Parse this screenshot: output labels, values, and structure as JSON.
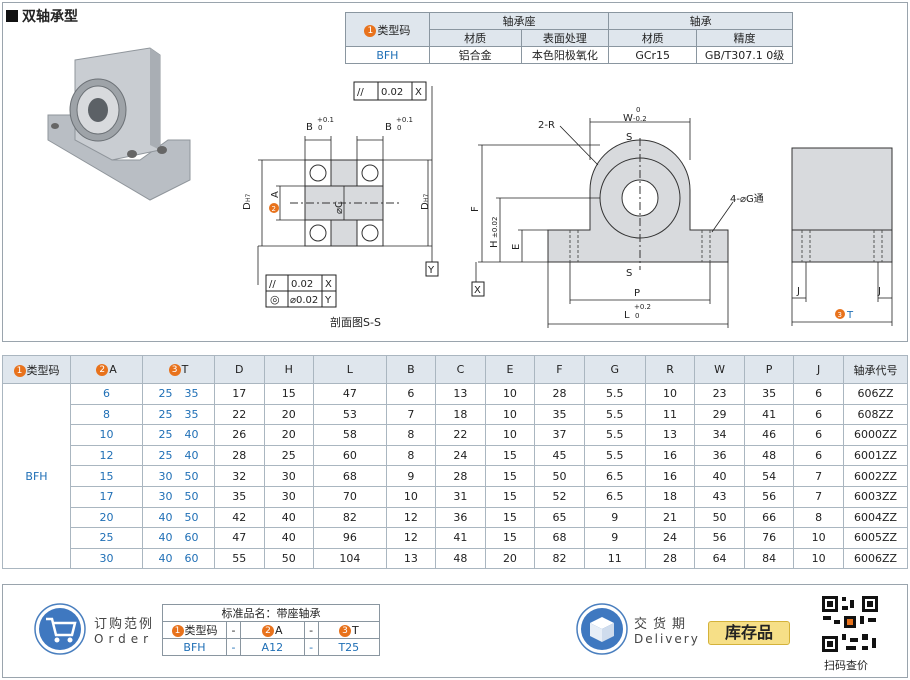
{
  "title": "双轴承型",
  "spec_table": {
    "h_type": "类型码",
    "h_seat": "轴承座",
    "h_bearing": "轴承",
    "h_material": "材质",
    "h_surface": "表面处理",
    "h_material2": "材质",
    "h_accuracy": "精度",
    "num1": "1",
    "row": {
      "type": "BFH",
      "seat_material": "铝合金",
      "surface": "本色阳极氧化",
      "bearing_material": "GCr15",
      "accuracy": "GB/T307.1 0级"
    }
  },
  "drawing": {
    "section_label": "剖面图S-S",
    "b_tol_1": "B",
    "b_tol_2": "B",
    "tol_upper": "+0.1",
    "tol_lower": "0",
    "tol_frame_top_sym": "//",
    "tol_frame_top_val": "0.02",
    "tol_frame_top_ref": "X",
    "tol_frame_bot1_sym": "//",
    "tol_frame_bot1_val": "0.02",
    "tol_frame_bot1_ref": "X",
    "tol_frame_bot2_sym": "◎",
    "tol_frame_bot2_val": "⌀0.02",
    "tol_frame_bot2_ref": "Y",
    "d_h7": "D",
    "d_h7_sub": "H7",
    "label_a": "A",
    "label_phic": "⌀C",
    "datum_y": "Y",
    "datum_x": "X",
    "label_2r": "2-R",
    "label_w": "W",
    "w_tol_upper": "0",
    "w_tol_lower": "-0.2",
    "label_s": "S",
    "label_f": "F",
    "label_h": "H",
    "h_tol": "±0.02",
    "label_e": "E",
    "label_4g": "4-⌀G通",
    "label_p": "P",
    "label_l": "L",
    "l_tol_upper": "+0.2",
    "l_tol_lower": "0",
    "label_j": "J",
    "label_t": "T",
    "num2": "2",
    "num3": "3"
  },
  "main_table": {
    "headers": [
      "类型码",
      "A",
      "T",
      "D",
      "H",
      "L",
      "B",
      "C",
      "E",
      "F",
      "G",
      "R",
      "W",
      "P",
      "J",
      "轴承代号"
    ],
    "type": "BFH",
    "rows": [
      [
        "6",
        "25",
        "35",
        "17",
        "15",
        "47",
        "6",
        "13",
        "10",
        "28",
        "5.5",
        "10",
        "23",
        "35",
        "6",
        "606ZZ"
      ],
      [
        "8",
        "25",
        "35",
        "22",
        "20",
        "53",
        "7",
        "18",
        "10",
        "35",
        "5.5",
        "11",
        "29",
        "41",
        "6",
        "608ZZ"
      ],
      [
        "10",
        "25",
        "40",
        "26",
        "20",
        "58",
        "8",
        "22",
        "10",
        "37",
        "5.5",
        "13",
        "34",
        "46",
        "6",
        "6000ZZ"
      ],
      [
        "12",
        "25",
        "40",
        "28",
        "25",
        "60",
        "8",
        "24",
        "15",
        "45",
        "5.5",
        "16",
        "36",
        "48",
        "6",
        "6001ZZ"
      ],
      [
        "15",
        "30",
        "50",
        "32",
        "30",
        "68",
        "9",
        "28",
        "15",
        "50",
        "6.5",
        "16",
        "40",
        "54",
        "7",
        "6002ZZ"
      ],
      [
        "17",
        "30",
        "50",
        "35",
        "30",
        "70",
        "10",
        "31",
        "15",
        "52",
        "6.5",
        "18",
        "43",
        "56",
        "7",
        "6003ZZ"
      ],
      [
        "20",
        "40",
        "50",
        "42",
        "40",
        "82",
        "12",
        "36",
        "15",
        "65",
        "9",
        "21",
        "50",
        "66",
        "8",
        "6004ZZ"
      ],
      [
        "25",
        "40",
        "60",
        "47",
        "40",
        "96",
        "12",
        "41",
        "15",
        "68",
        "9",
        "24",
        "56",
        "76",
        "10",
        "6005ZZ"
      ],
      [
        "30",
        "40",
        "60",
        "55",
        "50",
        "104",
        "13",
        "48",
        "20",
        "82",
        "11",
        "28",
        "64",
        "84",
        "10",
        "6006ZZ"
      ]
    ]
  },
  "footer": {
    "order_cn": "订购范例",
    "order_en": "Order",
    "order_title": "标准品名：带座轴承",
    "order_h_type": "类型码",
    "order_h_a": "A",
    "order_h_t": "T",
    "dash": "-",
    "order_type": "BFH",
    "order_a": "A12",
    "order_t": "T25",
    "delivery_cn": "交货期",
    "delivery_en": "Delivery",
    "stock": "库存品",
    "qr_caption": "扫码查价"
  }
}
